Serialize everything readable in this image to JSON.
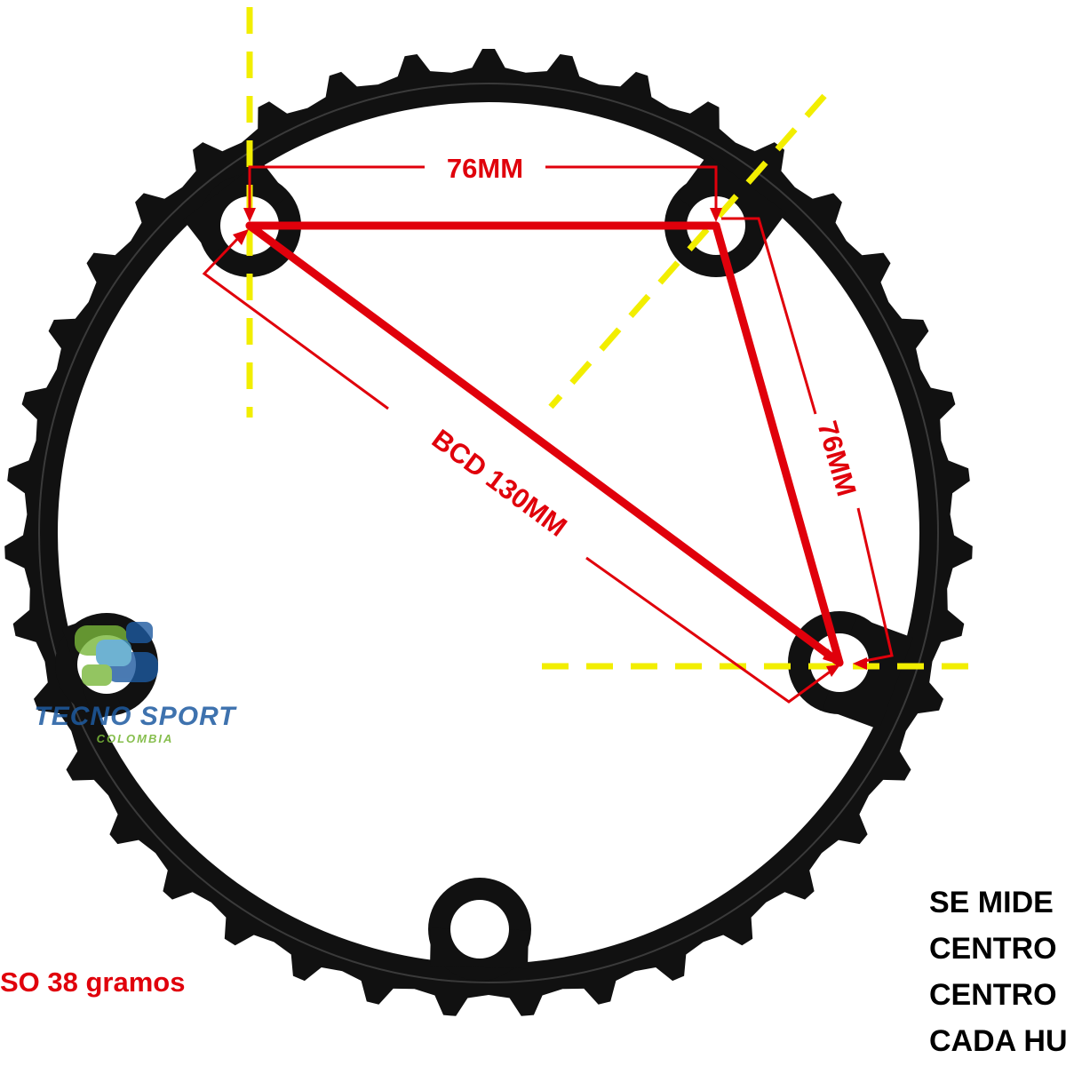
{
  "labels": {
    "top_dimension": "76MM",
    "side_dimension": "76MM",
    "bcd": "BCD 130MM"
  },
  "weight_text": "SO 38 gramos",
  "note_lines": [
    "SE MIDE",
    "CENTRO",
    "CENTRO",
    "CADA HU"
  ],
  "logo": {
    "name": "TECNO SPORT",
    "subtitle": "COLOMBIA"
  },
  "colors": {
    "dimension_red": "#e0000b",
    "guide_yellow": "#f2ee00",
    "chainring": "#111111",
    "logo_blue": "#1d5aa0",
    "logo_green": "#79b73a"
  },
  "icons": [
    "chainring-graphic",
    "tecno-sport-logo-icon"
  ]
}
